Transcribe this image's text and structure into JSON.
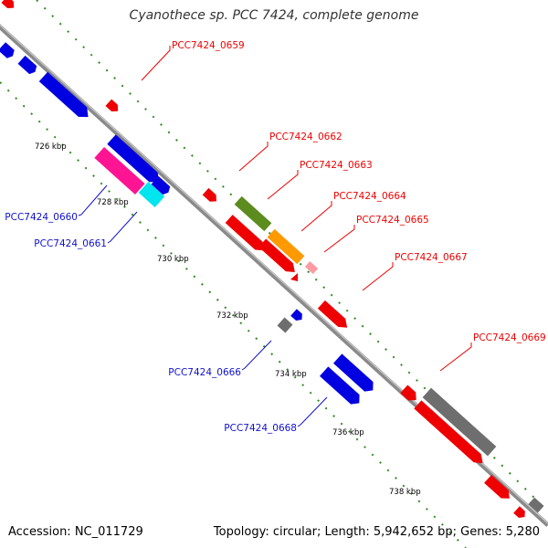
{
  "title": "Cyanothece sp. PCC 7424, complete genome",
  "footer": {
    "accession": "Accession: NC_011729",
    "topology": "Topology: circular; Length: 5,942,652 bp; Genes: 5,280"
  },
  "colors": {
    "backbone": "#8a8a8a",
    "tick_major": "#2e8b20",
    "red": "#ee0000",
    "blue": "#0000e0",
    "gray": "#6e6e6e",
    "green": "#5c8c1e",
    "orange": "#ff9900",
    "magenta": "#ff1493",
    "cyan": "#00e5ee",
    "pink": "#ff9aa2",
    "label_top": "#ee0000",
    "label_bottom": "#1010cc"
  },
  "kbp_labels": [
    "726 kbp",
    "728 kbp",
    "730 kbp",
    "732 kbp",
    "734 kbp",
    "736 kbp",
    "738 kbp"
  ],
  "gene_labels_top": [
    "PCC7424_0659",
    "PCC7424_0662",
    "PCC7424_0663",
    "PCC7424_0664",
    "PCC7424_0665",
    "PCC7424_0667",
    "PCC7424_0669"
  ],
  "gene_labels_bottom": [
    "PCC7424_0660",
    "PCC7424_0661",
    "PCC7424_0666",
    "PCC7424_0668"
  ]
}
